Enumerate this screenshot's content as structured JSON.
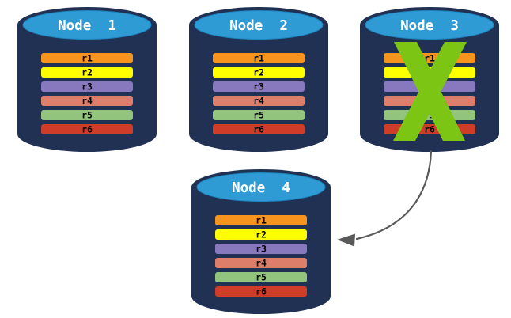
{
  "canvas": {
    "background": "#FFFFFF"
  },
  "colors": {
    "cylinder_body": "#203154",
    "cylinder_top": "#2F9BD5",
    "cylinder_top_edge": "#1D84BE",
    "node_title": "#FFFFFF",
    "row_label": "#000000",
    "failure_x": "#7CC515",
    "arrow": "#595959"
  },
  "nodes": [
    {
      "id": "node-1",
      "label": "Node  1",
      "rows": [
        {
          "label": "r1",
          "color": "#F7941E"
        },
        {
          "label": "r2",
          "color": "#FFFF00"
        },
        {
          "label": "r3",
          "color": "#8878BE"
        },
        {
          "label": "r4",
          "color": "#DD7E6B"
        },
        {
          "label": "r5",
          "color": "#93C47D"
        },
        {
          "label": "r6",
          "color": "#CF3C27"
        }
      ]
    },
    {
      "id": "node-2",
      "label": "Node  2",
      "rows": [
        {
          "label": "r1",
          "color": "#F7941E"
        },
        {
          "label": "r2",
          "color": "#FFFF00"
        },
        {
          "label": "r3",
          "color": "#8878BE"
        },
        {
          "label": "r4",
          "color": "#DD7E6B"
        },
        {
          "label": "r5",
          "color": "#93C47D"
        },
        {
          "label": "r6",
          "color": "#CF3C27"
        }
      ]
    },
    {
      "id": "node-3",
      "label": "Node  3",
      "rows": [
        {
          "label": "r1",
          "color": "#F7941E"
        },
        {
          "label": "r2",
          "color": "#FFFF00"
        },
        {
          "label": "r3",
          "color": "#8878BE"
        },
        {
          "label": "r4",
          "color": "#DD7E6B"
        },
        {
          "label": "r5",
          "color": "#93C47D"
        },
        {
          "label": "r6",
          "color": "#CF3C27"
        }
      ]
    },
    {
      "id": "node-4",
      "label": "Node  4",
      "rows": [
        {
          "label": "r1",
          "color": "#F7941E"
        },
        {
          "label": "r2",
          "color": "#FFFF00"
        },
        {
          "label": "r3",
          "color": "#8878BE"
        },
        {
          "label": "r4",
          "color": "#DD7E6B"
        },
        {
          "label": "r5",
          "color": "#93C47D"
        },
        {
          "label": "r6",
          "color": "#CF3C27"
        }
      ]
    }
  ],
  "annotations": {
    "failure_mark_on": "Node 3",
    "arrow_from": "Node 3",
    "arrow_to": "Node 4"
  }
}
